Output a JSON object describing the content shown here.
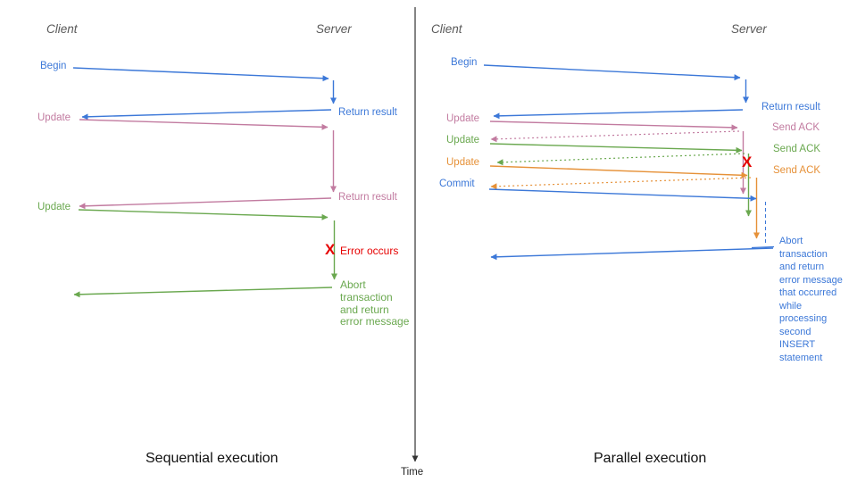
{
  "page": {
    "left_caption": "Sequential execution",
    "right_caption": "Parallel execution",
    "time_label": "Time"
  },
  "colors": {
    "blue": "#3c78d8",
    "pink": "#c27ba0",
    "green": "#6aa84f",
    "orange": "#e69138",
    "red": "#e60000",
    "header_gray": "#595959",
    "axis": "#333333"
  },
  "left": {
    "client_header": "Client",
    "server_header": "Server",
    "begin_label": "Begin",
    "return_result_1": "Return result",
    "update_1": "Update",
    "return_result_2": "Return result",
    "update_2": "Update",
    "error_marker": "X",
    "error_label": "Error occurs",
    "abort_text": "Abort\ntransaction\nand return\nerror message"
  },
  "right": {
    "client_header": "Client",
    "server_header": "Server",
    "begin_label": "Begin",
    "return_result": "Return result",
    "update_1": "Update",
    "send_ack_1": "Send ACK",
    "update_2": "Update",
    "send_ack_2": "Send ACK",
    "update_3": "Update",
    "send_ack_3": "Send ACK",
    "commit_label": "Commit",
    "error_marker": "X",
    "abort_text": "Abort\ntransaction\nand return\nerror message\nthat occurred\nwhile\nprocessing\nsecond\nINSERT\nstatement"
  }
}
